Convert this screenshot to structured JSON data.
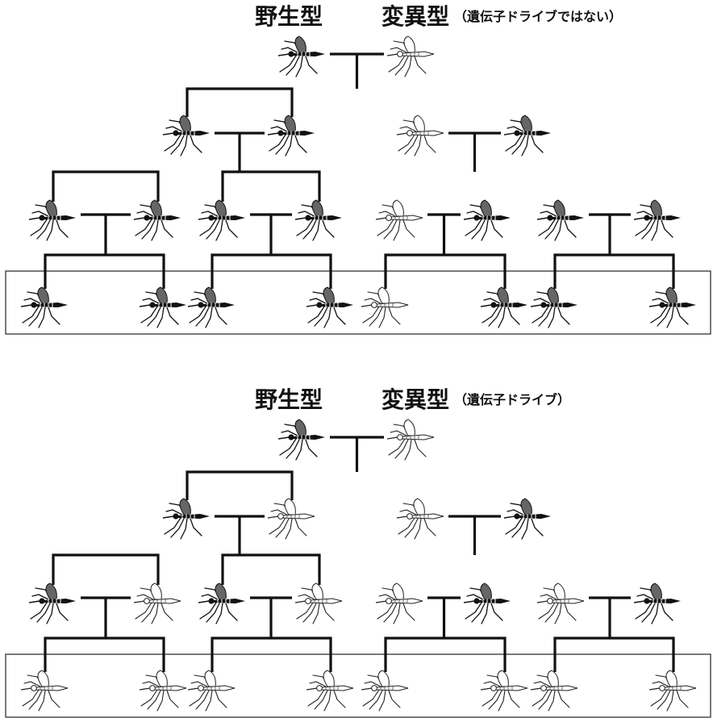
{
  "panels": [
    {
      "wild_label": "野生型",
      "mutant_label": "変異型",
      "mutant_note": "（遺伝子ドライブではない）",
      "generations": [
        [
          "wild",
          "mutant"
        ],
        [
          "wild",
          "wild",
          "mutant",
          "wild"
        ],
        [
          "wild",
          "wild",
          "wild",
          "wild",
          "mutant",
          "wild",
          "wild",
          "wild"
        ],
        [
          "wild",
          "wild",
          "wild",
          "wild",
          "mutant",
          "wild",
          "wild",
          "wild"
        ]
      ]
    },
    {
      "wild_label": "野生型",
      "mutant_label": "変異型",
      "mutant_note": "（遺伝子ドライブ）",
      "generations": [
        [
          "wild",
          "mutant"
        ],
        [
          "wild",
          "mutant",
          "mutant",
          "wild"
        ],
        [
          "wild",
          "mutant",
          "wild",
          "mutant",
          "mutant",
          "wild",
          "mutant",
          "wild"
        ],
        [
          "mutant",
          "mutant",
          "mutant",
          "mutant",
          "mutant",
          "mutant",
          "mutant",
          "mutant"
        ]
      ]
    }
  ],
  "icons": {
    "wild": "mosquito-dark-icon",
    "mutant": "mosquito-light-icon"
  },
  "colors": {
    "line": "#111111",
    "background": "#ffffff"
  }
}
